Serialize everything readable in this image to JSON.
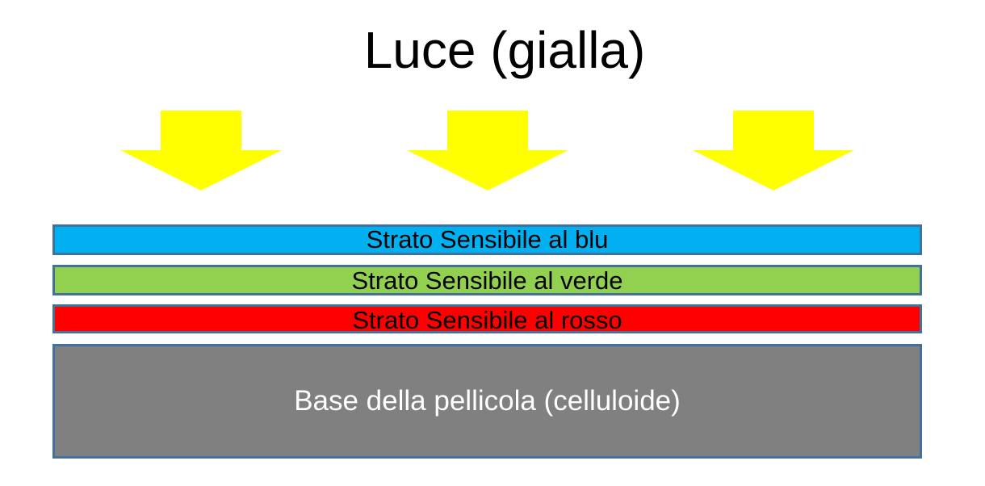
{
  "title": "Luce (gialla)",
  "arrow_color": "#ffff00",
  "arrows": [
    "arrow-down-icon",
    "arrow-down-icon",
    "arrow-down-icon"
  ],
  "layers": [
    {
      "label": "Strato Sensibile al blu",
      "color": "#00b0f0"
    },
    {
      "label": "Strato Sensibile al verde",
      "color": "#92d050"
    },
    {
      "label": "Strato Sensibile al rosso",
      "color": "#ff0000"
    },
    {
      "label": "Base della pellicola (celluloide)",
      "color": "#808080"
    }
  ],
  "border_color": "#41719c"
}
